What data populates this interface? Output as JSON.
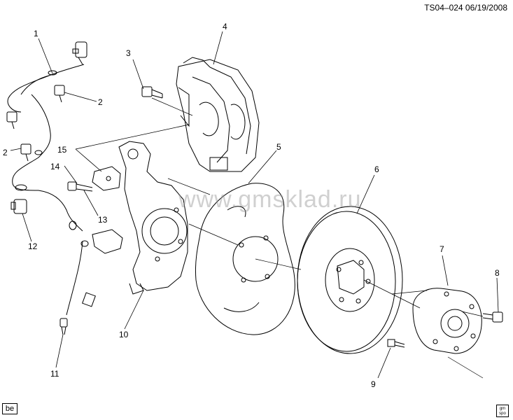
{
  "header": {
    "code": "TS04–024 06/19/2008"
  },
  "watermark": "www.gmsklad.ru",
  "corner_tag": "be",
  "logo_tag": "gm spo",
  "callouts": [
    {
      "id": "c1",
      "label": "1"
    },
    {
      "id": "c2a",
      "label": "2"
    },
    {
      "id": "c2b",
      "label": "2"
    },
    {
      "id": "c3",
      "label": "3"
    },
    {
      "id": "c4",
      "label": "4"
    },
    {
      "id": "c5",
      "label": "5"
    },
    {
      "id": "c6",
      "label": "6"
    },
    {
      "id": "c7",
      "label": "7"
    },
    {
      "id": "c8",
      "label": "8"
    },
    {
      "id": "c9",
      "label": "9"
    },
    {
      "id": "c10",
      "label": "10"
    },
    {
      "id": "c11",
      "label": "11"
    },
    {
      "id": "c12",
      "label": "12"
    },
    {
      "id": "c13",
      "label": "13"
    },
    {
      "id": "c14",
      "label": "14"
    },
    {
      "id": "c15",
      "label": "15"
    }
  ]
}
